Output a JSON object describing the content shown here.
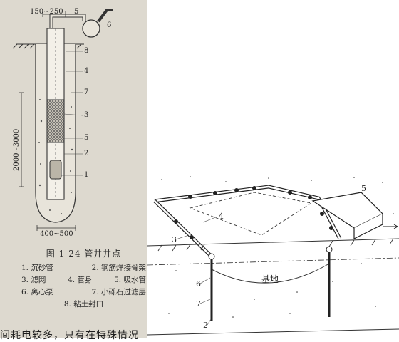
{
  "figure_left": {
    "dims": {
      "top_width": "150~250",
      "filter_length": "2000~3000",
      "bottom_width": "400~500"
    },
    "callouts": [
      "5",
      "6",
      "8",
      "4",
      "7",
      "3",
      "5",
      "2",
      "1"
    ],
    "caption": {
      "title": "图 1-24   管井井点",
      "legend": [
        [
          "1. 沉砂管",
          "2. 钢筋焊接骨架"
        ],
        [
          "3. 滤网",
          "4. 管身",
          "5. 吸水管"
        ],
        [
          "6. 离心泵",
          "7. 小砾石过滤层"
        ],
        [
          "8. 粘土封口"
        ]
      ]
    },
    "cut_text": "间耗电较多，只有在特殊情况"
  },
  "figure_right": {
    "callouts": [
      "5",
      "4",
      "3",
      "6",
      "7",
      "2"
    ],
    "pit_label": "基地"
  },
  "colors": {
    "paper": "#ddd9cf",
    "ink": "#222222"
  }
}
